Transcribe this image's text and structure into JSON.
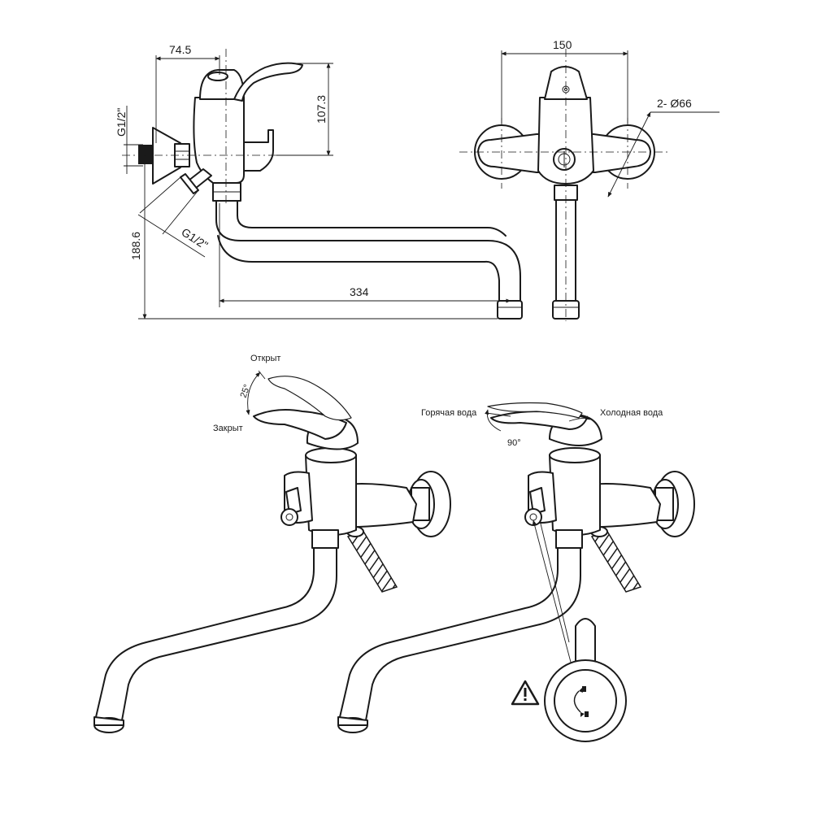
{
  "dimensions": {
    "body_offset": "74.5",
    "lever_height": "107.3",
    "outlet_height": "188.6",
    "spout_reach": "334",
    "centers_width": "150",
    "flange_diameter": "2-  Ø66",
    "inlet_thread": "G1/2\"",
    "hose_thread": "G1/2\""
  },
  "lever_positions": {
    "open": "Открыт",
    "closed": "Закрыт",
    "tilt_angle": "25°"
  },
  "temperature_rotation": {
    "hot_water": "Горячая вода",
    "cold_water": "Холодная вода",
    "rotation_angle": "90°"
  },
  "icons": {
    "warning": "warning-triangle-icon",
    "diverter": "diverter-knob-icon"
  },
  "colors": {
    "line": "#1a1a1a",
    "background": "#ffffff"
  }
}
